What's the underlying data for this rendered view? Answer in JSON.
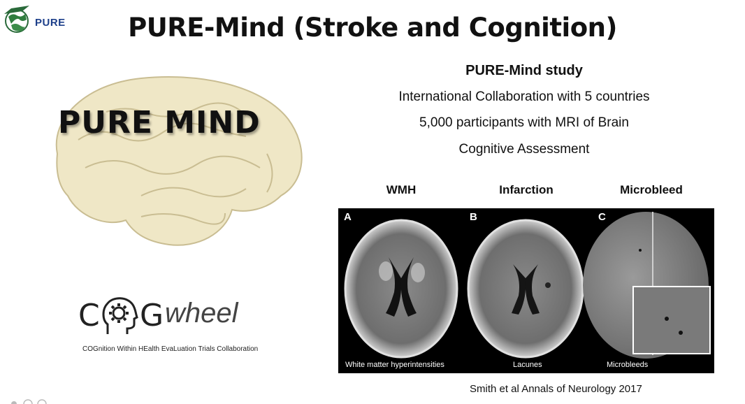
{
  "logo": {
    "text": "PURE",
    "icon": "globe-icon"
  },
  "title": "PURE-Mind (Stroke and Cognition)",
  "brain": {
    "label": "PURE MIND",
    "fill": "#efe7c6",
    "stroke": "#c9bd92"
  },
  "study": {
    "heading": "PURE-Mind study",
    "lines": [
      "International Collaboration with 5 countries",
      "5,000 participants with MRI of Brain",
      "Cognitive Assessment"
    ]
  },
  "cogwheel": {
    "c": "C",
    "g": "G",
    "wheel": "wheel",
    "subtitle": "COGnition Within HEalth EvaLuation Trials Collaboration",
    "icon": "head-gear-icon"
  },
  "mri": {
    "columns": [
      "WMH",
      "Infarction",
      "Microbleed"
    ],
    "panels": [
      {
        "letter": "A",
        "caption": "White matter hyperintensities"
      },
      {
        "letter": "B",
        "caption": "Lacunes"
      },
      {
        "letter": "C",
        "caption": "Microbleeds"
      }
    ]
  },
  "citation": "Smith et al  Annals of Neurology 2017"
}
